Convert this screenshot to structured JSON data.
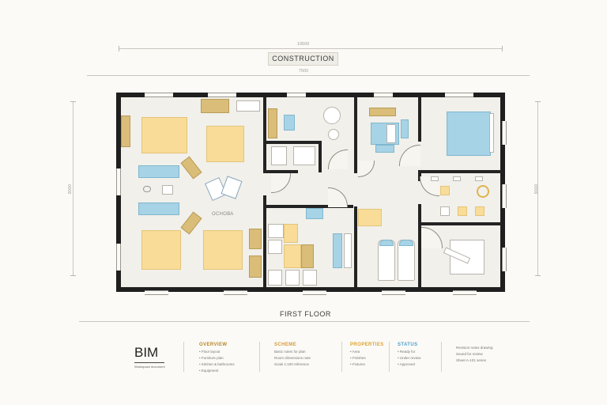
{
  "header": {
    "top_dimension": "10600",
    "title": "CONSTRUCTION",
    "sub_dimension": "7500",
    "left_dimension": "9000",
    "right_dimension": "9000"
  },
  "plan": {
    "room_label": "ОСНОВА",
    "floor_title": "FIRST FLOOR"
  },
  "legend": {
    "brand": "BIM",
    "brand_sub": "Workspace document",
    "columns": [
      {
        "heading": "OVERVIEW",
        "color": "#b8872a",
        "lines": [
          "• Floor layout",
          "• Furniture plan",
          "• Kitchen & bathrooms",
          "• Equipment"
        ]
      },
      {
        "heading": "SCHEME",
        "color": "#d59a3d",
        "lines": [
          "Basic notes for plan",
          "Room dimensions note",
          "Scale 1:100 reference"
        ]
      },
      {
        "heading": "PROPERTIES",
        "color": "#e0a22a",
        "lines": [
          "• Area",
          "• Finishes",
          "• Fixtures"
        ]
      },
      {
        "heading": "STATUS",
        "color": "#4f9fd0",
        "lines": [
          "• Ready for",
          "• Under review",
          "• Approved"
        ]
      },
      {
        "heading": "",
        "color": "#777777",
        "lines": [
          "Revision notes drawing",
          "issued for review",
          "Sheet A-101 series"
        ]
      }
    ]
  },
  "colors": {
    "wall": "#1f1f1f",
    "accent_yellow": "#f8dc98",
    "accent_blue": "#a7d3e6",
    "wood": "#d9bd79",
    "floor": "#f1f0ea"
  }
}
